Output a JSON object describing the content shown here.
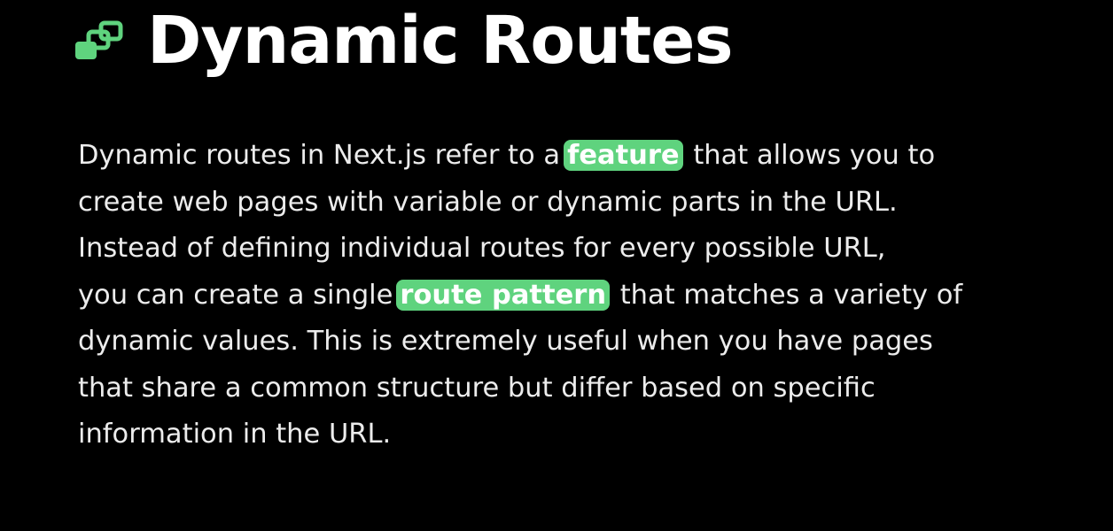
{
  "slide": {
    "title": "Dynamic Routes",
    "icon": "layers-icon",
    "accent_color": "#5fd37e",
    "background_color": "#000000",
    "text_color": "#ececec",
    "paragraph": {
      "line1_before": "Dynamic routes in Next.js refer to a",
      "line1_highlight": "feature",
      "line1_after": " that allows you to",
      "line2": "create web pages with variable or dynamic parts in the URL.",
      "line3": "Instead of defining individual routes for every possible URL,",
      "line4_before": "you can create a single",
      "line4_highlight": "route pattern",
      "line4_after": " that matches a variety of",
      "line5": "dynamic values. This is extremely useful when you have pages",
      "line6": "that share a common structure but differ based on specific",
      "line7": "information in the URL."
    }
  }
}
